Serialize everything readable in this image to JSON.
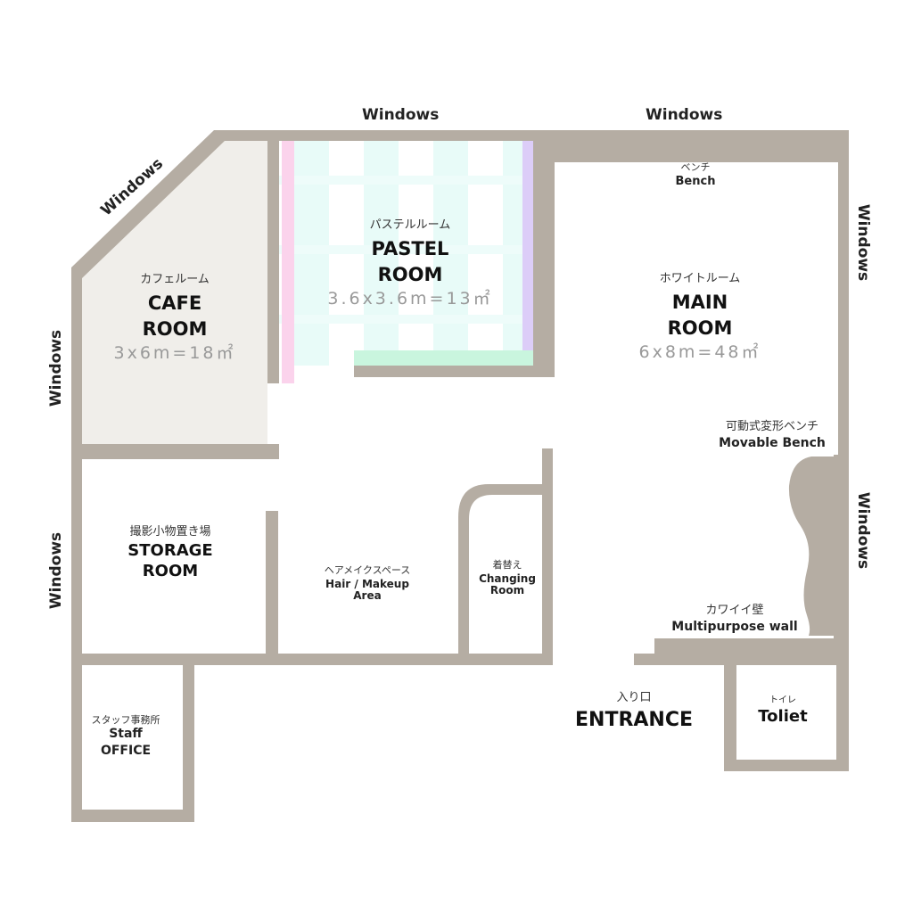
{
  "colors": {
    "wall": "#b5ada3",
    "cafe_floor": "#f0eeea",
    "dim_text": "#999999"
  },
  "windows_label": "Windows",
  "rooms": {
    "cafe": {
      "jp": "カフェルーム",
      "en1": "CAFE",
      "en2": "ROOM",
      "size": "3x6m=18㎡"
    },
    "pastel": {
      "jp": "パステルルーム",
      "en1": "PASTEL",
      "en2": "ROOM",
      "size": "3.6x3.6m=13㎡"
    },
    "main": {
      "jp": "ホワイトルーム",
      "en1": "MAIN",
      "en2": "ROOM",
      "size": "6x8m=48㎡"
    },
    "storage": {
      "jp": "撮影小物置き場",
      "en1": "STORAGE",
      "en2": "ROOM"
    },
    "hair": {
      "jp": "ヘアメイクスペース",
      "en1": "Hair / Makeup",
      "en2": "Area"
    },
    "changing": {
      "jp": "着替え",
      "en1": "Changing",
      "en2": "Room"
    },
    "office": {
      "jp": "スタッフ事務所",
      "en1": "Staff",
      "en2": "OFFICE"
    },
    "entrance": {
      "jp": "入り口",
      "en": "ENTRANCE"
    },
    "toilet": {
      "jp": "トイレ",
      "en": "Toliet"
    }
  },
  "features": {
    "bench": {
      "jp": "ベンチ",
      "en": "Bench"
    },
    "movable_bench": {
      "jp": "可動式変形ベンチ",
      "en": "Movable Bench"
    },
    "wall": {
      "jp": "カワイイ壁",
      "en": "Multipurpose wall"
    }
  }
}
